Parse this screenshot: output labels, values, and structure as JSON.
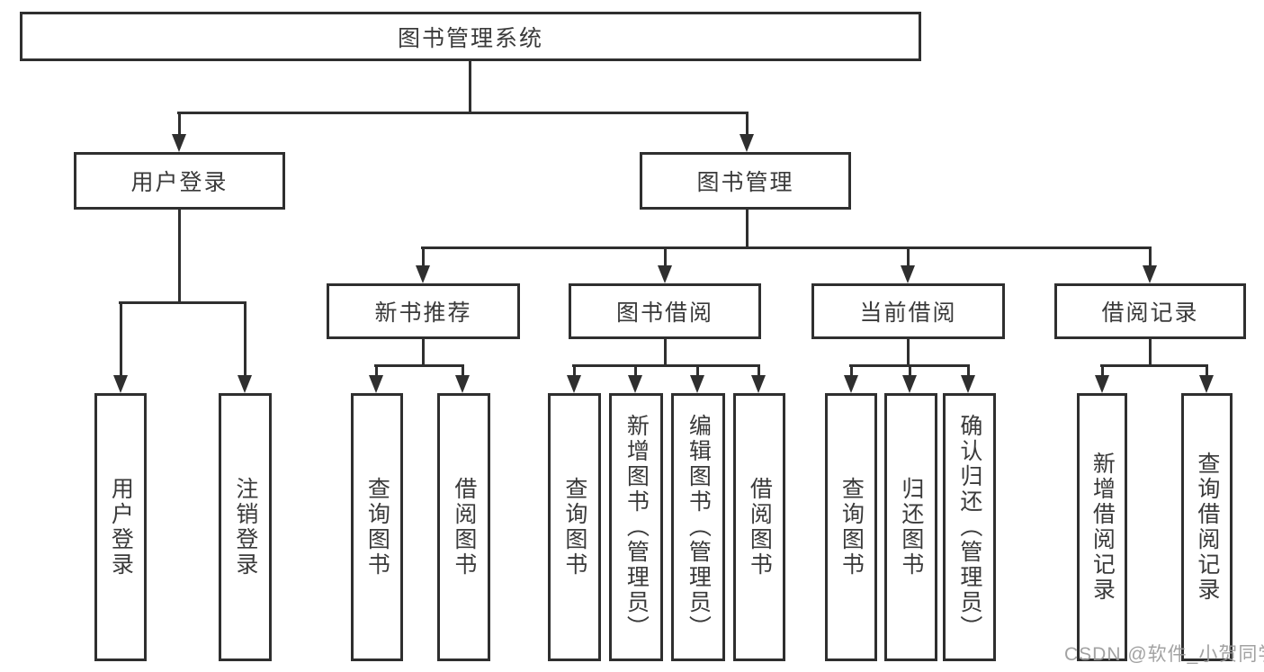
{
  "tree": {
    "root": {
      "label": "图书管理系统"
    },
    "branches": [
      {
        "label": "用户登录",
        "children": [
          {
            "label": "用户登录"
          },
          {
            "label": "注销登录"
          }
        ]
      },
      {
        "label": "图书管理",
        "children": [
          {
            "label": "新书推荐",
            "children": [
              {
                "label": "查询图书"
              },
              {
                "label": "借阅图书"
              }
            ]
          },
          {
            "label": "图书借阅",
            "children": [
              {
                "label": "查询图书"
              },
              {
                "label": "新增图书（管理员）"
              },
              {
                "label": "编辑图书（管理员）"
              },
              {
                "label": "借阅图书"
              }
            ]
          },
          {
            "label": "当前借阅",
            "children": [
              {
                "label": "查询图书"
              },
              {
                "label": "归还图书"
              },
              {
                "label": "确认归还（管理员）"
              }
            ]
          },
          {
            "label": "借阅记录",
            "children": [
              {
                "label": "新增借阅记录"
              },
              {
                "label": "查询借阅记录"
              }
            ]
          }
        ]
      }
    ]
  },
  "watermark": {
    "text": "CSDN @软件_小贺同学"
  },
  "colors": {
    "line": "#2f2f2f",
    "text": "#3a3a3a",
    "watermark": "#9a9a9a",
    "background": "#ffffff"
  }
}
